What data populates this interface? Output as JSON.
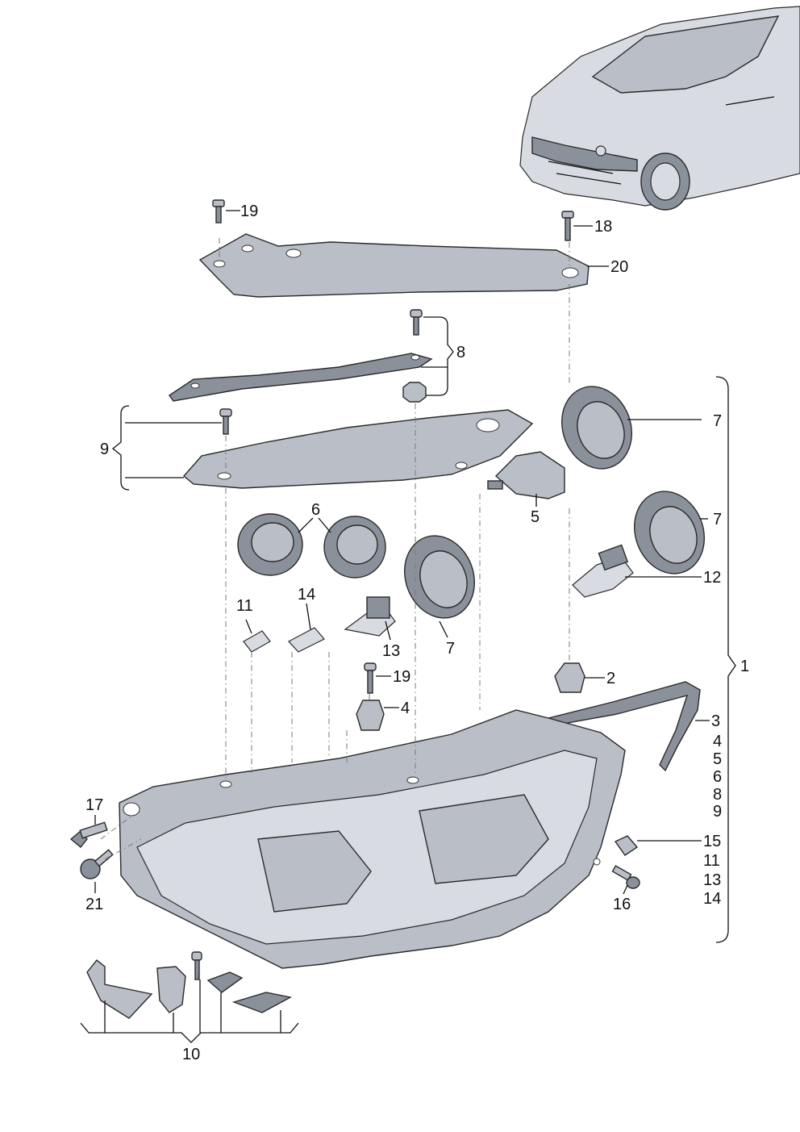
{
  "diagram": {
    "callouts": [
      {
        "id": "c1",
        "text": "1"
      },
      {
        "id": "c2",
        "text": "2"
      },
      {
        "id": "c3",
        "text": "3"
      },
      {
        "id": "c4a",
        "text": "4"
      },
      {
        "id": "c4b",
        "text": "4"
      },
      {
        "id": "c5a",
        "text": "5"
      },
      {
        "id": "c5b",
        "text": "5"
      },
      {
        "id": "c6a",
        "text": "6"
      },
      {
        "id": "c6b",
        "text": "6"
      },
      {
        "id": "c7a",
        "text": "7"
      },
      {
        "id": "c7b",
        "text": "7"
      },
      {
        "id": "c7c",
        "text": "7"
      },
      {
        "id": "c8a",
        "text": "8"
      },
      {
        "id": "c8b",
        "text": "8"
      },
      {
        "id": "c9a",
        "text": "9"
      },
      {
        "id": "c9b",
        "text": "9"
      },
      {
        "id": "c10",
        "text": "10"
      },
      {
        "id": "c11a",
        "text": "11"
      },
      {
        "id": "c11b",
        "text": "11"
      },
      {
        "id": "c12",
        "text": "12"
      },
      {
        "id": "c13a",
        "text": "13"
      },
      {
        "id": "c13b",
        "text": "13"
      },
      {
        "id": "c14a",
        "text": "14"
      },
      {
        "id": "c14b",
        "text": "14"
      },
      {
        "id": "c15",
        "text": "15"
      },
      {
        "id": "c16",
        "text": "16"
      },
      {
        "id": "c17",
        "text": "17"
      },
      {
        "id": "c18",
        "text": "18"
      },
      {
        "id": "c19a",
        "text": "19"
      },
      {
        "id": "c19b",
        "text": "19"
      },
      {
        "id": "c20",
        "text": "20"
      },
      {
        "id": "c21",
        "text": "21"
      }
    ],
    "colors": {
      "part_fill": "#b9bec7",
      "part_dark": "#8b919b",
      "line": "#111111",
      "dash_line": "#7a7a7a",
      "background": "#ffffff"
    }
  }
}
